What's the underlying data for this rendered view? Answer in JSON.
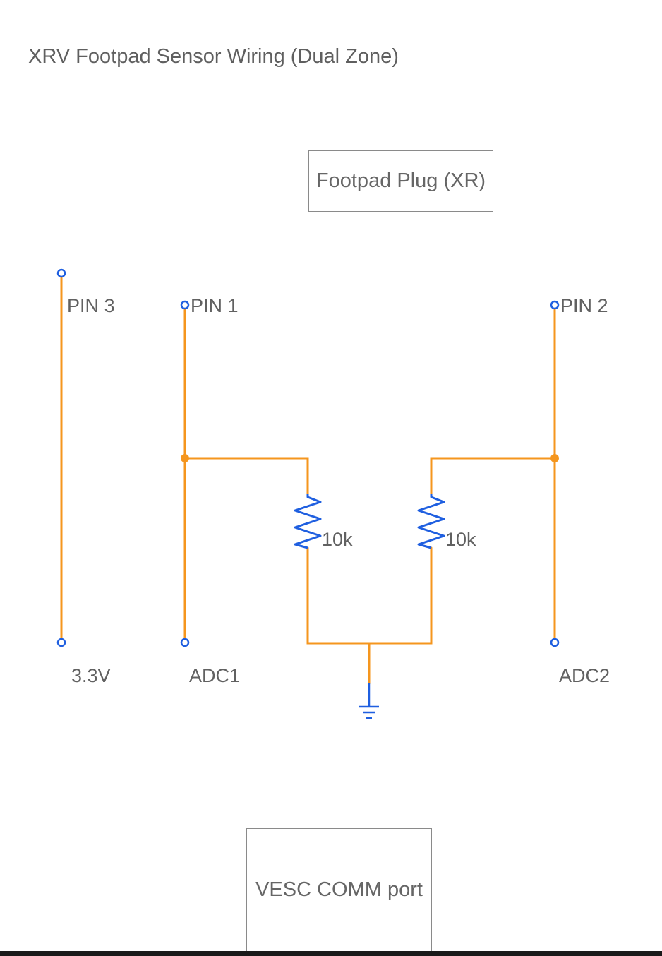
{
  "title": "XRV Footpad Sensor Wiring (Dual Zone)",
  "boxes": {
    "footpad_plug": "Footpad Plug (XR)",
    "vesc_port": "VESC COMM port"
  },
  "pins": {
    "pin3": "PIN 3",
    "pin1": "PIN 1",
    "pin2": "PIN 2"
  },
  "terminals": {
    "v33": "3.3V",
    "adc1": "ADC1",
    "adc2": "ADC2"
  },
  "resistors": {
    "r1": "10k",
    "r2": "10k"
  },
  "colors": {
    "wire": "#f5961e",
    "component": "#1f5fe0",
    "text": "#616161",
    "border": "#8a8a8a"
  }
}
